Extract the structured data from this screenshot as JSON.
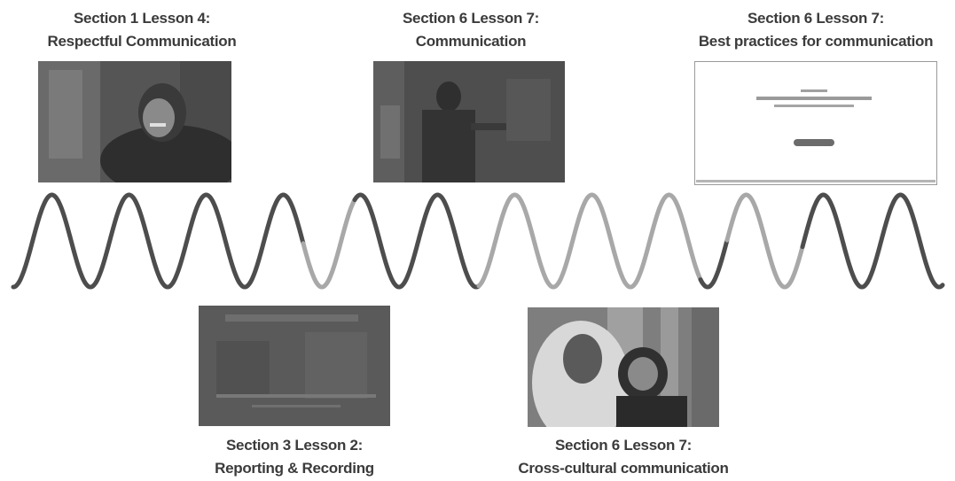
{
  "lessons": [
    {
      "section": "Section 1 Lesson 4:",
      "topic": "Respectful Communication"
    },
    {
      "section": "Section 3 Lesson 2:",
      "topic": "Reporting & Recording"
    },
    {
      "section": "Section 6 Lesson 7:",
      "topic": "Communication"
    },
    {
      "section": "Section 6 Lesson 7:",
      "topic": "Cross-cultural communication"
    },
    {
      "section": "Section 6 Lesson 7:",
      "topic": "Best practices for communication"
    }
  ],
  "colors": {
    "wave_dark": "#4d4d4d",
    "wave_light": "#a8a8a8",
    "label_text": "#3b3b3b"
  }
}
